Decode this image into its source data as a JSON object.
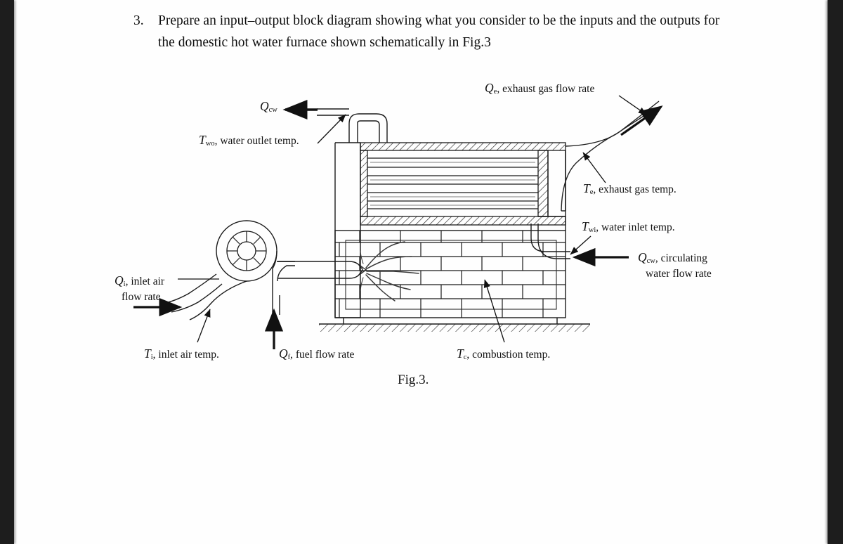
{
  "document": {
    "question_number": "3.",
    "question_text": "Prepare an input–output block diagram showing what you consider to be the inputs and the outputs for the domestic hot water furnace shown schematically in Fig.3",
    "figure_caption": "Fig.3."
  },
  "figure": {
    "labels": {
      "q_cw_outlet": {
        "symbol": "Q",
        "subscript": "cw",
        "text": ""
      },
      "t_wo": {
        "symbol": "T",
        "subscript": "wo",
        "text": ", water outlet temp."
      },
      "q_e": {
        "symbol": "Q",
        "subscript": "e",
        "text": ", exhaust gas flow rate"
      },
      "t_e": {
        "symbol": "T",
        "subscript": "e",
        "text": ", exhaust gas temp."
      },
      "t_wi": {
        "symbol": "T",
        "subscript": "wi",
        "text": ", water inlet temp."
      },
      "q_cw_circ": {
        "symbol": "Q",
        "subscript": "cw",
        "text": ", circulating",
        "text2": "water flow rate"
      },
      "q_i": {
        "symbol": "Q",
        "subscript": "i",
        "text": ", inlet air",
        "text2": "flow rate"
      },
      "t_i": {
        "symbol": "T",
        "subscript": "i",
        "text": ", inlet air temp."
      },
      "q_f": {
        "symbol": "Q",
        "subscript": "f",
        "text": ", fuel flow rate"
      },
      "t_c": {
        "symbol": "T",
        "subscript": "c",
        "text": ", combustion temp."
      }
    },
    "components": {
      "heat_exchanger": "heat-exchanger-tube-bank",
      "combustion_chamber": "brick-combustion-chamber",
      "blower": "centrifugal-air-blower",
      "burner": "fuel-burner-nozzle",
      "exhaust_stack": "exhaust-gas-duct",
      "ground": "hatched-ground-line"
    },
    "colors": {
      "ink": "#111111",
      "paper": "#fefefe",
      "scan_border": "#1d1d1d"
    }
  }
}
